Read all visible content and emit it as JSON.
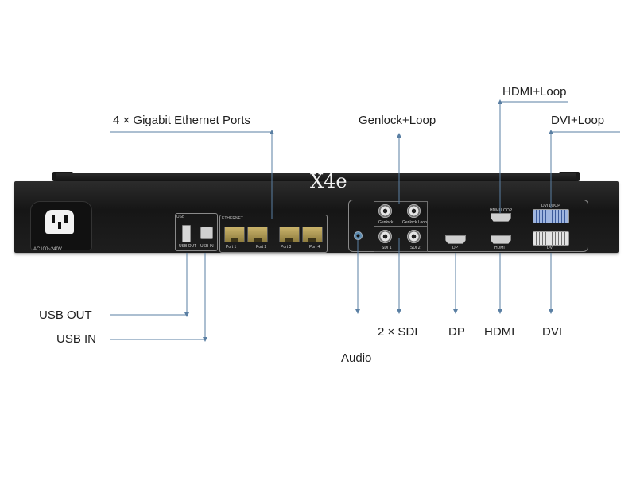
{
  "device": {
    "model": "X4e",
    "power_label": "AC100~240V",
    "usb_group_label": "USB",
    "ethernet_group_label": "ETHERNET",
    "port_labels": {
      "usb_out": "USB OUT",
      "usb_in": "USB IN",
      "port1": "Port 1",
      "port2": "Port 2",
      "port3": "Port 3",
      "port4": "Port 4",
      "genlock": "Genlock",
      "genlock_loop": "Genlock Loop",
      "sdi1": "SDI 1",
      "sdi2": "SDI 2",
      "dp": "DP",
      "hdmi": "HDMI",
      "hdmi_loop": "HDMI LOOP",
      "dvi": "DVI",
      "dvi_loop": "DVI LOOP"
    }
  },
  "callouts": {
    "ethernet": "4 × Gigabit Ethernet Ports",
    "genlock": "Genlock+Loop",
    "hdmi_loop": "HDMI+Loop",
    "dvi_loop": "DVI+Loop",
    "usb_out": "USB OUT",
    "usb_in": "USB IN",
    "audio": "Audio",
    "sdi": "2 × SDI",
    "dp": "DP",
    "hdmi": "HDMI",
    "dvi": "DVI"
  },
  "colors": {
    "leader_line": "#5a7fa3",
    "chassis": "#1c1c1c",
    "text": "#1f1f1f"
  }
}
